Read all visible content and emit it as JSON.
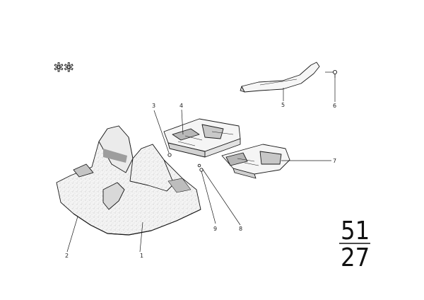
{
  "marks": {
    "stars": "✲✲"
  },
  "callouts": {
    "c1": "1",
    "c2": "2",
    "c3": "3",
    "c4": "4",
    "c5": "5",
    "c6": "6",
    "c7": "7",
    "c8": "8",
    "c9": "9"
  },
  "group": {
    "top": "51",
    "bottom": "27"
  },
  "colors": {
    "line": "#1a1a1a",
    "part_fill": "#f3f3f3",
    "shade": "#c8c8c8"
  }
}
